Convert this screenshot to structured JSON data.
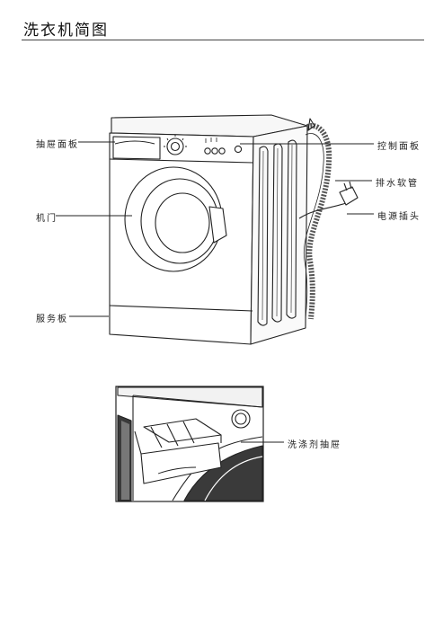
{
  "title": "洗衣机简图",
  "labels": {
    "drawer_panel": "抽屉面板",
    "door": "机门",
    "service_panel": "服务板",
    "control_panel": "控制面板",
    "drain_hose": "排水软管",
    "power_plug": "电源插头",
    "detergent_drawer": "洗涤剂抽屉"
  }
}
